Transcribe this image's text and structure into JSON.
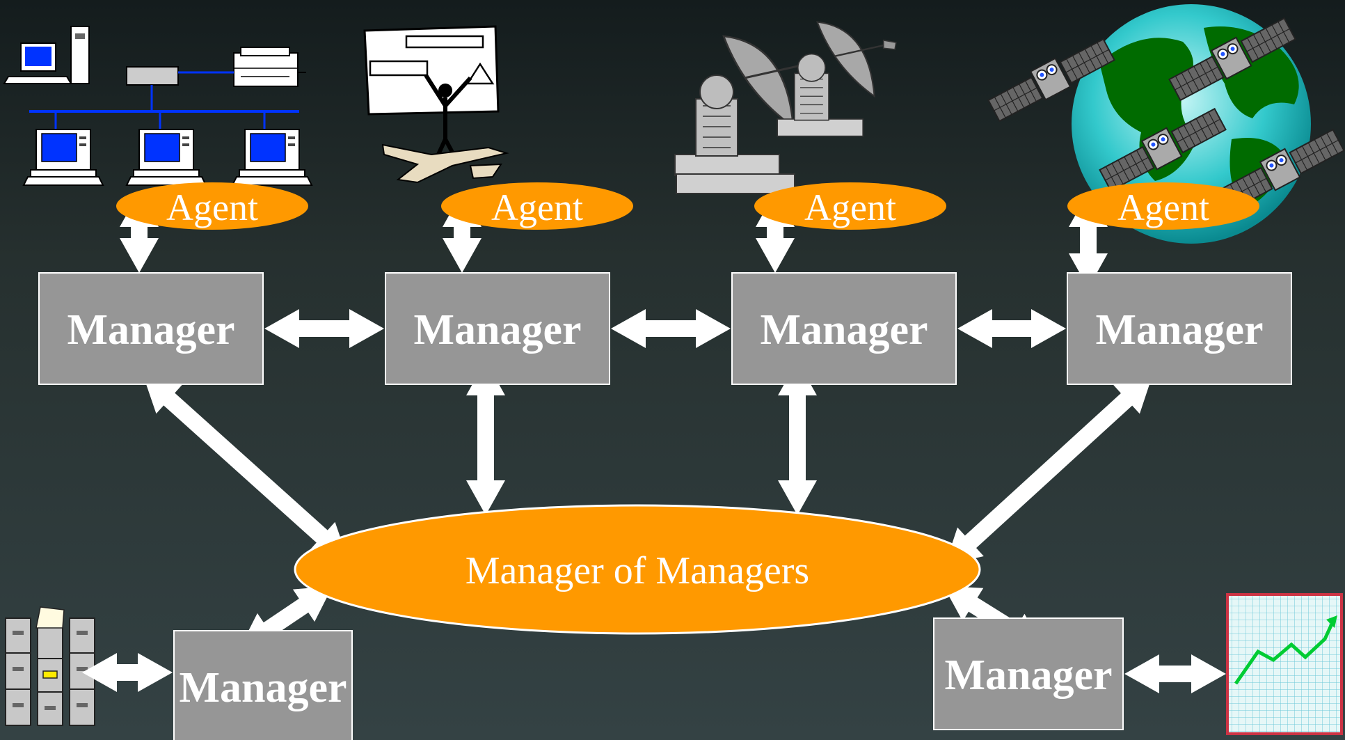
{
  "diagram": {
    "agents": [
      {
        "id": "agent-network",
        "label": "Agent",
        "icon": "computer-network-icon"
      },
      {
        "id": "agent-presenter",
        "label": "Agent",
        "icon": "presenter-whiteboard-icon"
      },
      {
        "id": "agent-dishes",
        "label": "Agent",
        "icon": "satellite-dish-icon"
      },
      {
        "id": "agent-globe",
        "label": "Agent",
        "icon": "globe-satellites-icon"
      }
    ],
    "managers": [
      {
        "id": "manager-1",
        "label": "Manager"
      },
      {
        "id": "manager-2",
        "label": "Manager"
      },
      {
        "id": "manager-3",
        "label": "Manager"
      },
      {
        "id": "manager-4",
        "label": "Manager"
      },
      {
        "id": "manager-5",
        "label": "Manager"
      },
      {
        "id": "manager-6",
        "label": "Manager"
      }
    ],
    "manager_of_managers": {
      "label": "Manager of Managers"
    },
    "side_icons": [
      "file-cabinet-icon",
      "stock-chart-icon"
    ],
    "colors": {
      "agent_fill": "#ff9900",
      "manager_fill": "#969696",
      "arrow": "#ffffff",
      "screen_blue": "#0033ff",
      "globe_land": "#006b00",
      "globe_sea": "#33c9cc"
    }
  }
}
